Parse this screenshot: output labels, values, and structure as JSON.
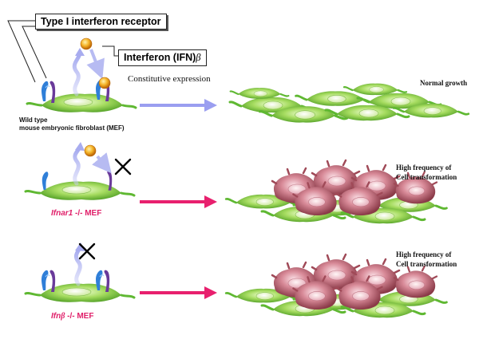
{
  "receptor_label": "Type I interferon receptor",
  "ifn_label": "Interferon (IFN)",
  "ifn_symbol": "β",
  "constitutive_label": "Constitutive expression",
  "rows": [
    {
      "cell_label_line1": "Wild type",
      "cell_label_line2": "mouse embryonic fibroblast (MEF)",
      "outcome": [
        "Normal growth"
      ],
      "arrow_color": "#9a9ef0"
    },
    {
      "gene": "Ifnar1",
      "genotype": " -/- MEF",
      "outcome": [
        "High frequency of",
        "Cell transformation"
      ],
      "arrow_color": "#e8206e"
    },
    {
      "gene": "Ifn",
      "gene_symbol": "β",
      "genotype": " -/- MEF",
      "outcome": [
        "High frequency of",
        "Cell transformation"
      ],
      "arrow_color": "#e8206e"
    }
  ],
  "colors": {
    "cell_green": "#5fb832",
    "receptor_blue": "#2f7fd8",
    "receptor_purple": "#6a3a9a",
    "ifn_orange": "#f0a020",
    "transformed_pink": "#c86a8a"
  },
  "icons": [
    "ifn-molecule-icon",
    "receptor-icon",
    "block-cross-icon",
    "wavy-arrow-icon"
  ]
}
